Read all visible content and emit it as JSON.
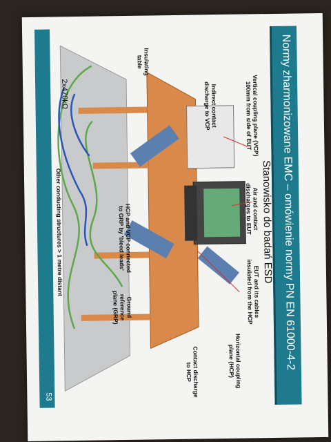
{
  "slide": {
    "title": "Normy zharmonizowane EMC – omówienie normy PN EN 61000-4-2",
    "subtitle": "Stanowisko do badań ESD",
    "page_number": "53",
    "labels": {
      "eut_cables": "EUT and its cables\ninsulated from the HCP",
      "hcp": "Horizontal coupling\nplane (HCP)",
      "contact_hcp": "Contact discharge\nto HCP",
      "air_contact": "Air and contact\ndischarges to EUT",
      "vcp": "Vertical coupling plane (VCP)\n100mm from side of EUT",
      "indirect": "Indirect contact\ndischarge to VCP",
      "grp": "Ground\nreference\nplane (GRP)",
      "bleed": "HCP and VCP connected\nto GRP by 'bleed leads'",
      "insulating_table": "Insulating\ntable",
      "resistors": "2x470kΩ",
      "other_structures": "Other conducting structures > 1 metre distant"
    }
  },
  "colors": {
    "bar": "#1e7b8d",
    "table": "#d98a4a",
    "grp": "#c8cacc",
    "cable_green": "#5ca84a",
    "cable_blue": "#2a55b8"
  }
}
